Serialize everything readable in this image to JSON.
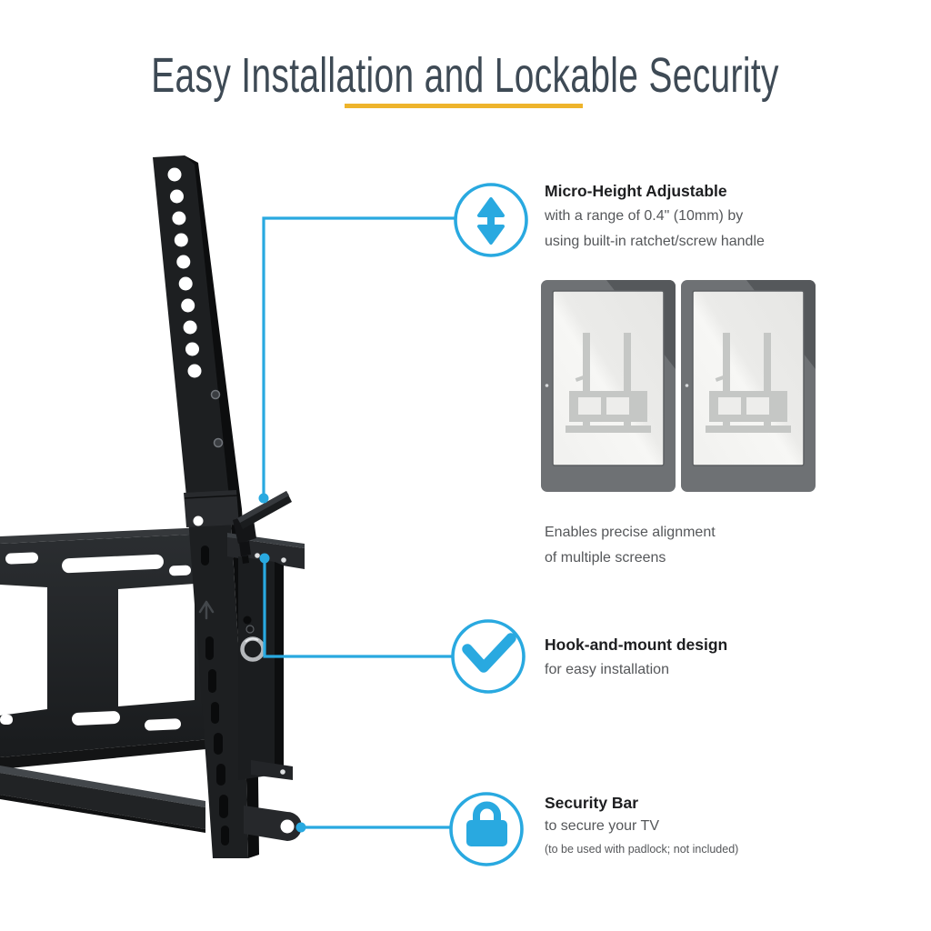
{
  "title": "Easy Installation and Lockable Security",
  "callouts": [
    {
      "icon": "vertical-arrows-icon",
      "heading": "Micro-Height Adjustable",
      "line1": "with a range of 0.4\" (10mm) by",
      "line2": "using built-in ratchet/screw handle"
    },
    {
      "icon": "checkmark-icon",
      "heading": "Hook-and-mount design",
      "line1": "for easy installation"
    },
    {
      "icon": "padlock-icon",
      "heading": "Security Bar",
      "line1": "to secure your TV",
      "note": "(to be used with padlock; not included)"
    }
  ],
  "screens_caption": {
    "line1": "Enables precise alignment",
    "line2": "of multiple screens"
  },
  "colors": {
    "accent_blue": "#29A9E0",
    "underline_yellow": "#EEB42B",
    "title_text": "#3E4A55",
    "heading_text": "#1D1E20",
    "body_text": "#55575A"
  }
}
